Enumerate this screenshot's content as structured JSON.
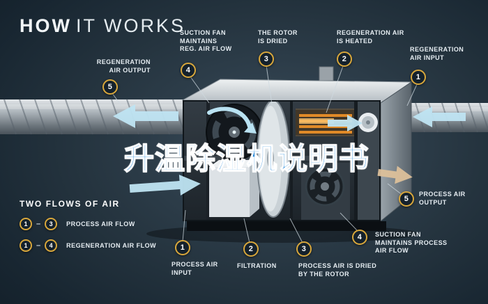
{
  "title": {
    "word_bold": "HOW",
    "word_light": "IT WORKS"
  },
  "watermark": {
    "text": "升温除湿机说明书"
  },
  "callouts": [
    {
      "num": "5",
      "label": "REGENERATION\nAIR OUTPUT"
    },
    {
      "num": "4",
      "label": "SUCTION FAN\nMAINTAINS\nREG. AIR FLOW"
    },
    {
      "num": "3",
      "label": "THE ROTOR\nIS DRIED"
    },
    {
      "num": "2",
      "label": "REGENERATION AIR\nIS HEATED"
    },
    {
      "num": "1",
      "label": "REGENERATION\nAIR INPUT"
    },
    {
      "num": "5",
      "label": "PROCESS AIR\nOUTPUT"
    },
    {
      "num": "4",
      "label": "SUCTION FAN\nMAINTAINS PROCESS\nAIR FLOW"
    },
    {
      "num": "3",
      "label": "PROCESS AIR IS DRIED\nBY THE ROTOR"
    },
    {
      "num": "2",
      "label": "FILTRATION"
    },
    {
      "num": "1",
      "label": "PROCESS AIR\nINPUT"
    }
  ],
  "legend": {
    "title": "TWO FLOWS OF AIR",
    "rows": [
      {
        "start": "1",
        "sep": "–",
        "end": "3",
        "label": "PROCESS AIR FLOW"
      },
      {
        "start": "1",
        "sep": "–",
        "end": "4",
        "label": "REGENERATION AIR FLOW"
      }
    ]
  },
  "colors": {
    "background": "#17242f",
    "accent_gold": "#d9a83c",
    "watermark_blue": "#1d84da",
    "airflow_cyan": "#bfe4f2",
    "heater_orange": "#e08a28",
    "output_tan": "#dcc09a"
  }
}
